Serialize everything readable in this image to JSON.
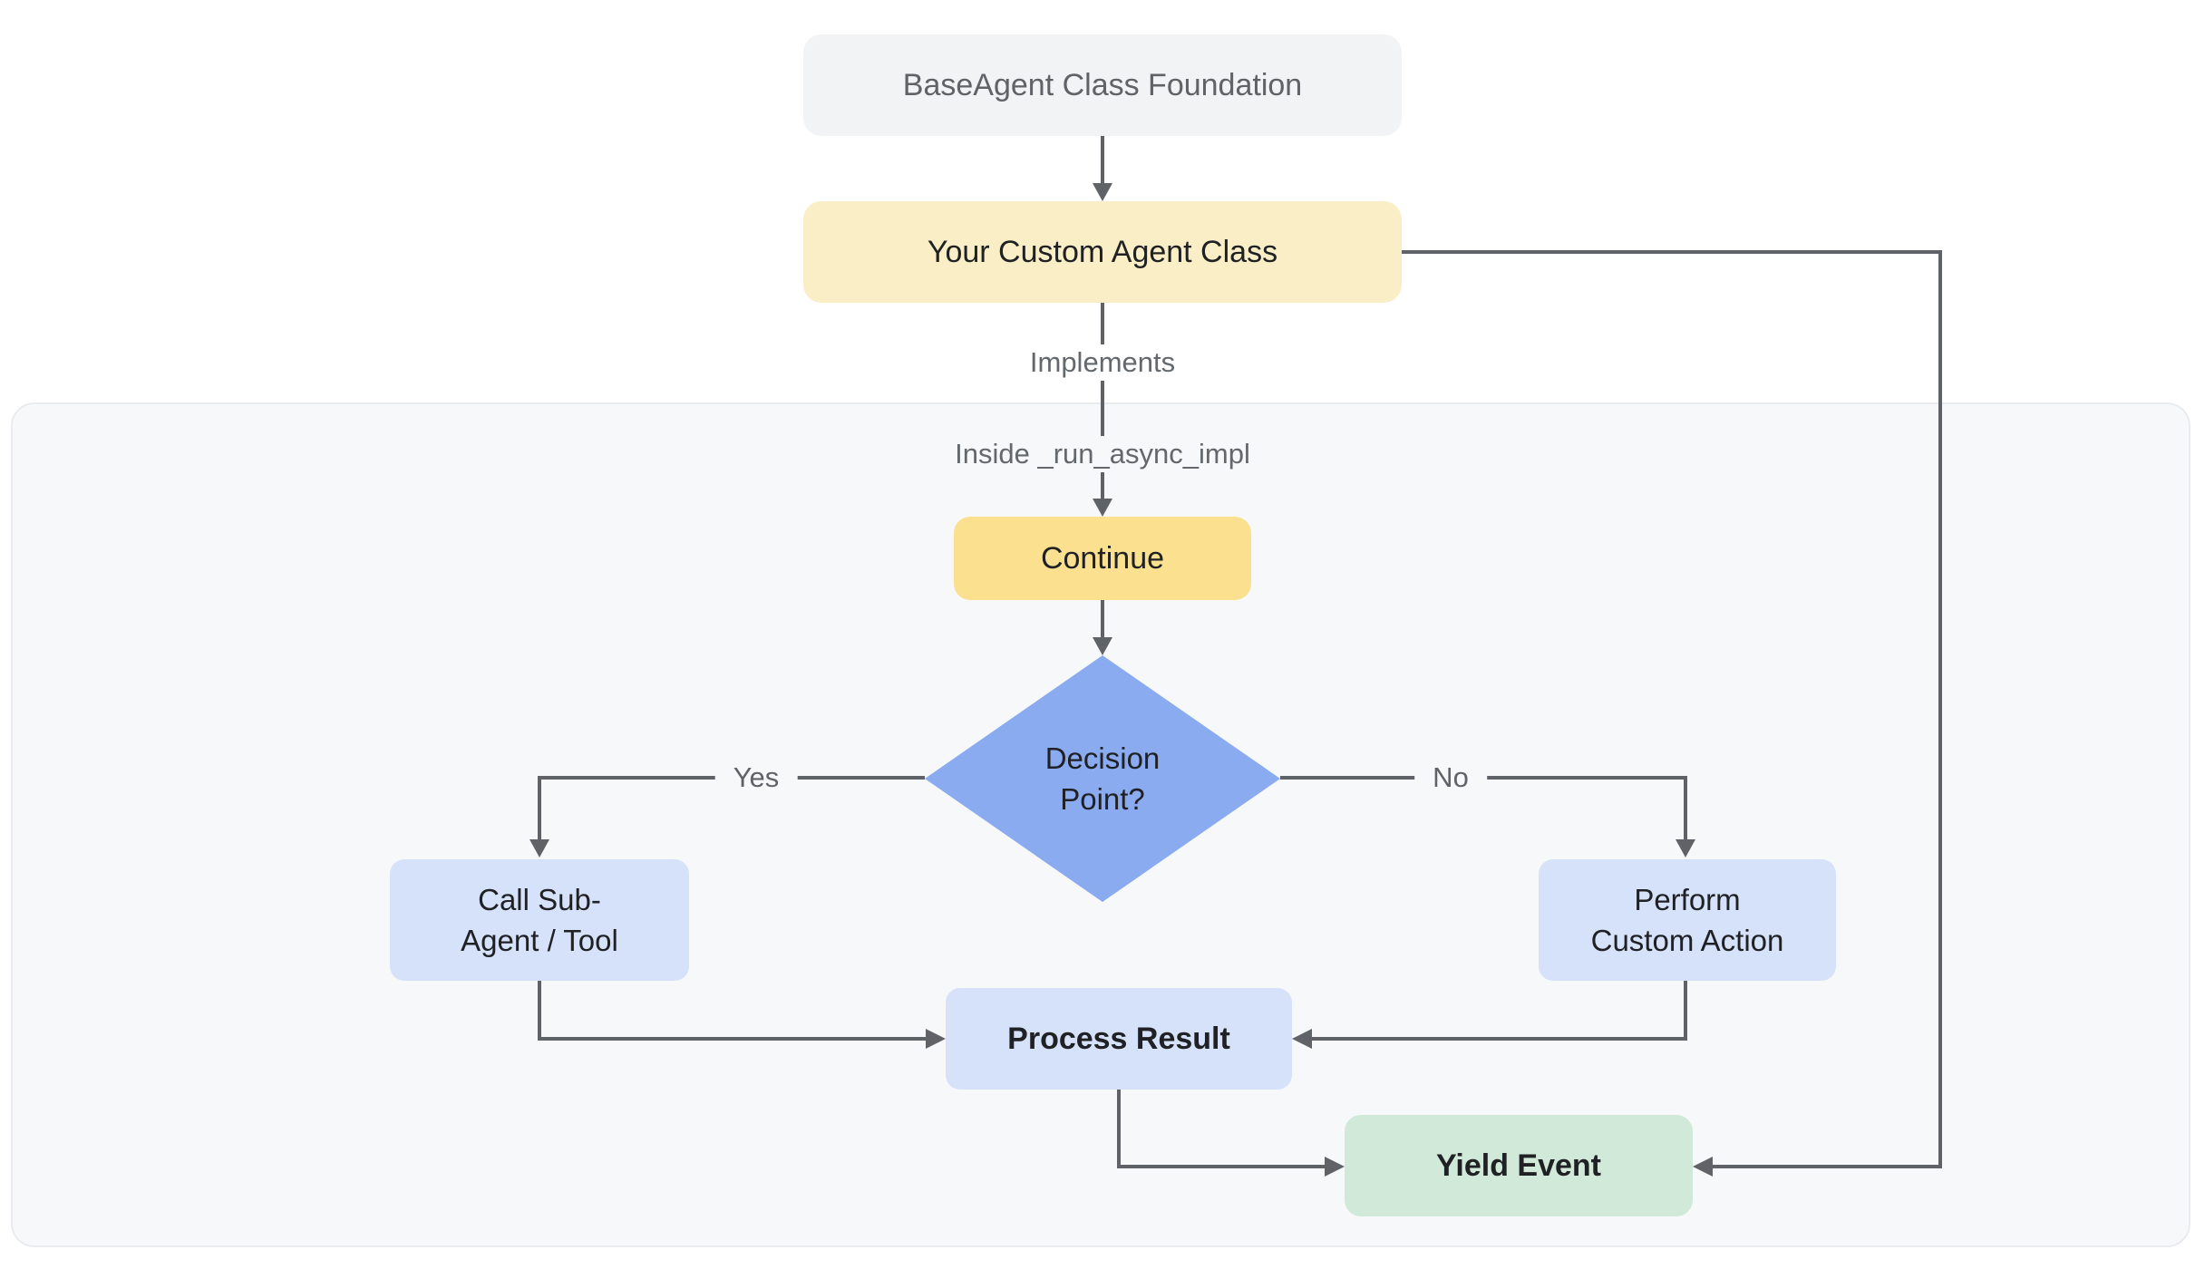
{
  "diagram": {
    "nodes": {
      "foundation": {
        "label": "BaseAgent Class Foundation"
      },
      "custom_agent": {
        "label": "Your Custom Agent Class"
      },
      "continue_step": {
        "label": "Continue"
      },
      "decision": {
        "line1": "Decision",
        "line2": "Point?"
      },
      "call_sub_agent": {
        "line1": "Call Sub-",
        "line2": "Agent / Tool"
      },
      "perform_custom": {
        "line1": "Perform",
        "line2": "Custom Action"
      },
      "process_result": {
        "label": "Process Result"
      },
      "yield_event": {
        "label": "Yield Event"
      }
    },
    "edge_labels": {
      "implements": "Implements",
      "inside_impl": "Inside _run_async_impl",
      "yes": "Yes",
      "no": "No"
    },
    "colors": {
      "page_bg": "#ffffff",
      "scope_bg": "#f7f8fa",
      "scope_border": "#e9ebee",
      "node_gray": "#f1f3f4",
      "node_yellow_light": "#faeec6",
      "node_yellow": "#fae08f",
      "node_blue": "#d6e2fa",
      "node_diamond": "#8aabf0",
      "node_green": "#d1e9d8",
      "line": "#5f6368",
      "text_dark": "#202124",
      "text_gray": "#5f6368",
      "label_gray": "#63686d"
    }
  }
}
